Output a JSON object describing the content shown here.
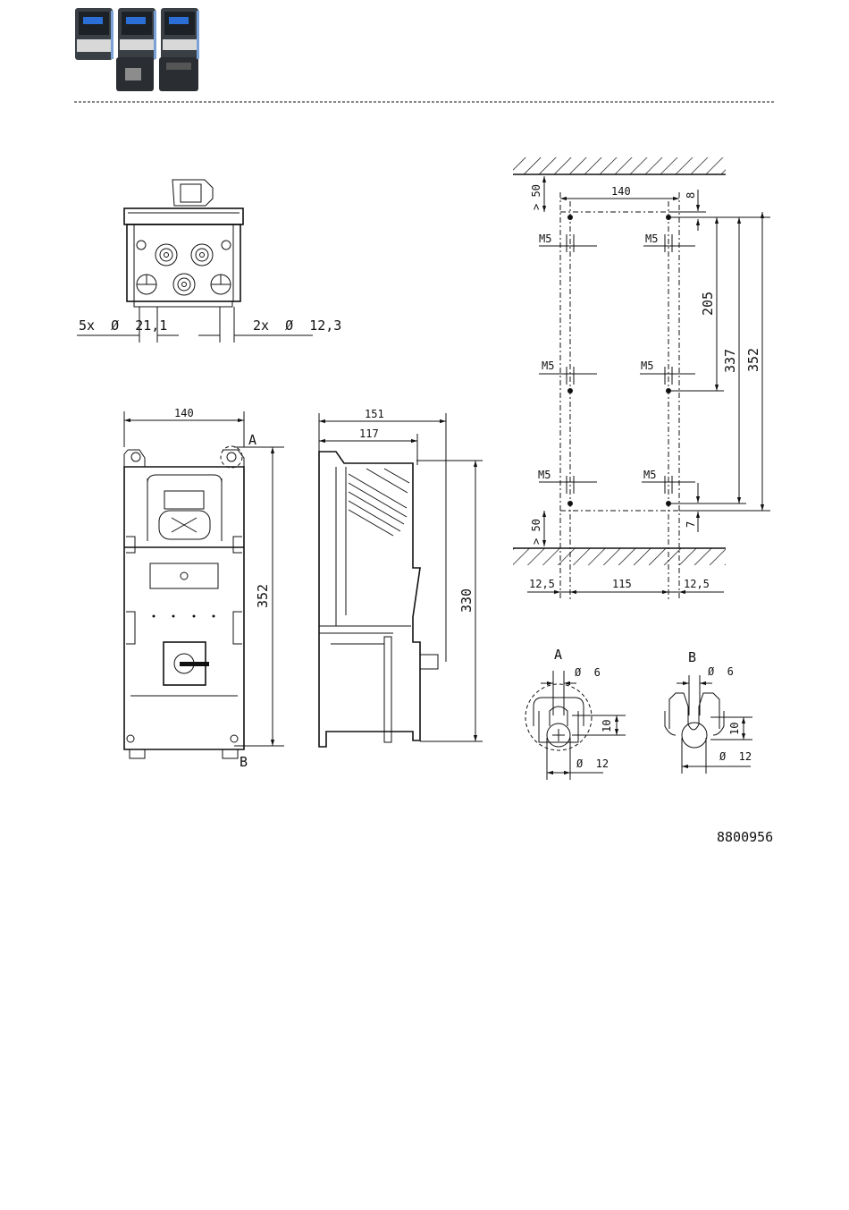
{
  "header": {
    "product_images": [
      "device-variant-1",
      "device-variant-2",
      "device-variant-3"
    ]
  },
  "top_view": {
    "holes_large": "5x  Ø  21,1",
    "holes_small": "2x  Ø  12,3"
  },
  "front_view": {
    "width": "140",
    "height": "352",
    "detail_a": "A",
    "detail_b": "B"
  },
  "side_view": {
    "depth_total": "151",
    "depth_body": "117",
    "height": "330"
  },
  "mounting": {
    "clearance_top": "> 50",
    "clearance_bottom": "> 50",
    "hole_spacing": "140",
    "top_offset": "8",
    "bottom_offset": "7",
    "screw": "M5",
    "d205": "205",
    "d337": "337",
    "d352": "352",
    "left_margin": "12,5",
    "center": "115",
    "right_margin": "12,5"
  },
  "detail_a": {
    "title": "A",
    "d_small": "Ø  6",
    "depth": "10",
    "d_large": "Ø  12"
  },
  "detail_b": {
    "title": "B",
    "d_small": "Ø  6",
    "depth": "10",
    "d_large": "Ø  12"
  },
  "drawing_number": "8800956"
}
